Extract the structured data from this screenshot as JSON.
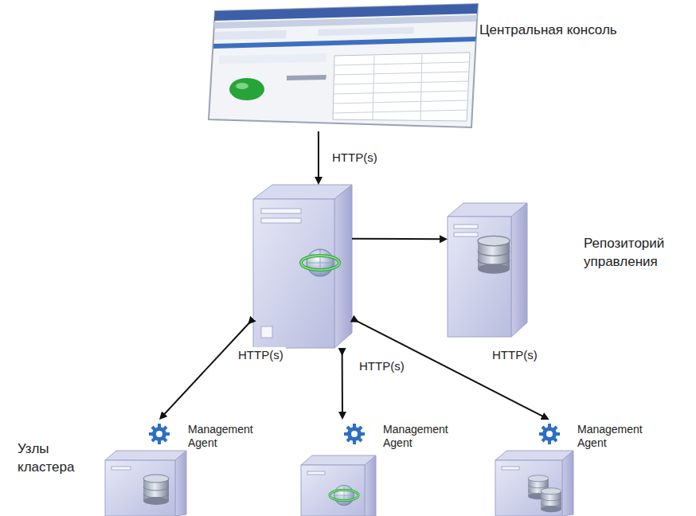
{
  "diagram": {
    "nodes": [
      {
        "text": [
          "Центральная консоль"
        ]
      },
      {
        "text": []
      },
      {
        "text": [
          "Репозиторий управления"
        ]
      },
      {
        "text": [
          "Management Agent"
        ]
      },
      {
        "text": [
          "Management Agent"
        ]
      },
      {
        "text": [
          "Management Agent"
        ]
      }
    ],
    "edges": [
      {
        "from": 0,
        "to": 1,
        "label": "HTTP(s)",
        "arrow": "to"
      },
      {
        "from": 1,
        "to": 2,
        "arrow": "to"
      },
      {
        "from": 1,
        "to": 3,
        "label": "HTTP(s)",
        "arrow": "both"
      },
      {
        "from": 1,
        "to": 4,
        "label": "HTTP(s)",
        "arrow": "both"
      },
      {
        "from": 1,
        "to": 5,
        "label": "HTTP(s)",
        "arrow": "both"
      }
    ],
    "labels": [
      "Узлы кластера"
    ]
  }
}
